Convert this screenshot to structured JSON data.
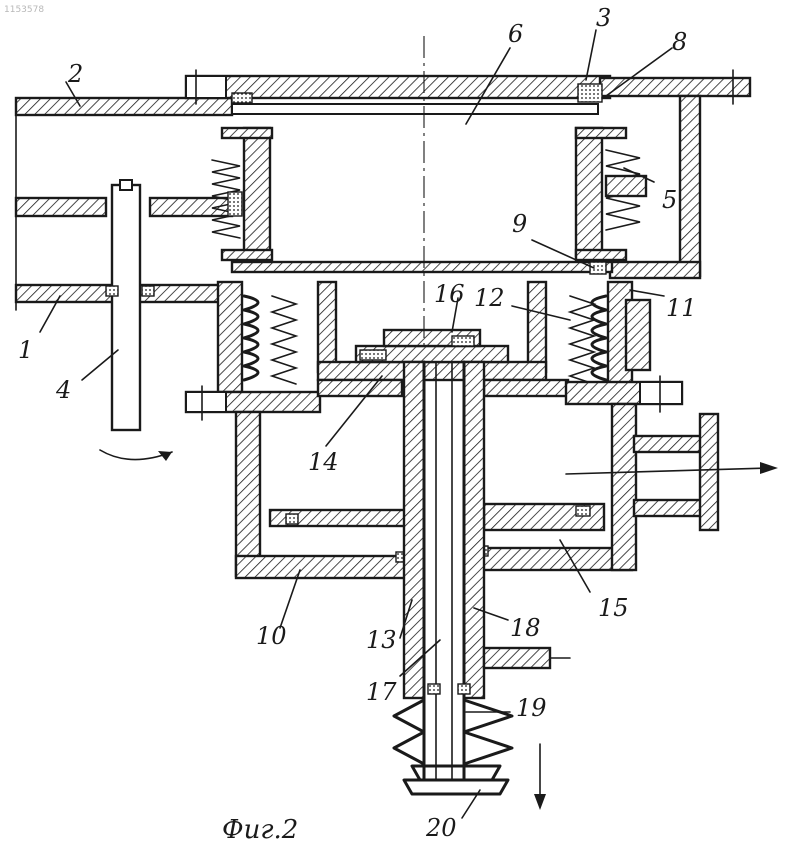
{
  "document": {
    "corner_mark": "1153578",
    "caption": "Фиг.2"
  },
  "labels": {
    "l1": "1",
    "l2": "2",
    "l3": "3",
    "l4": "4",
    "l5": "5",
    "l6": "6",
    "l8": "8",
    "l9": "9",
    "l10": "10",
    "l11": "11",
    "l12": "12",
    "l13": "13",
    "l14": "14",
    "l15": "15",
    "l16": "16",
    "l17": "17",
    "l18": "18",
    "l19": "19",
    "l20": "20"
  },
  "colors": {
    "ink": "#1a1a1a",
    "paper": "#ffffff"
  }
}
